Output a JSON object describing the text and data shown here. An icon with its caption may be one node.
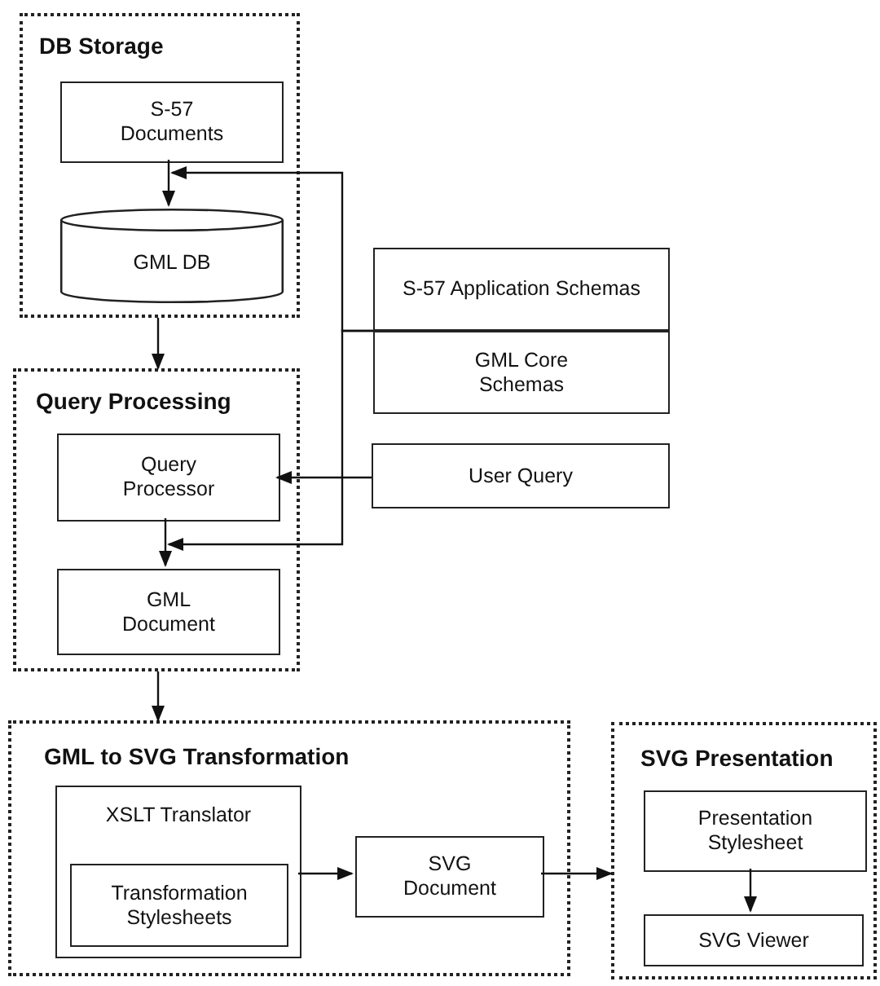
{
  "diagram": {
    "nodes": [
      {
        "text": [
          "DB Storage"
        ]
      },
      {
        "text": [
          "S-57 Documents"
        ],
        "in": 0
      },
      {
        "text": [
          "GML DB"
        ],
        "in": 0
      },
      {
        "text": [
          "S-57 Application Schemas"
        ]
      },
      {
        "text": [
          "GML Core Schemas"
        ]
      },
      {
        "text": [
          "Query Processing"
        ]
      },
      {
        "text": [
          "Query Processor"
        ],
        "in": 5
      },
      {
        "text": [
          "GML Document"
        ],
        "in": 5
      },
      {
        "text": [
          "User Query"
        ]
      },
      {
        "text": [
          "GML to SVG Transformation"
        ]
      },
      {
        "text": [
          "XSLT Translator"
        ],
        "in": 9
      },
      {
        "text": [
          "Transformation Stylesheets"
        ],
        "in": 10
      },
      {
        "text": [
          "SVG Document"
        ],
        "in": 9
      },
      {
        "text": [
          "SVG Presentation"
        ]
      },
      {
        "text": [
          "Presentation Stylesheet"
        ],
        "in": 13
      },
      {
        "text": [
          "SVG Viewer"
        ],
        "in": 13
      }
    ],
    "edges": [
      {
        "from": 1,
        "to": 2,
        "arrow": "to"
      },
      {
        "from": 3,
        "to": 2,
        "arrow": "to"
      },
      {
        "from": 0,
        "to": 5,
        "arrow": "to"
      },
      {
        "from": 8,
        "to": 6,
        "arrow": "to"
      },
      {
        "from": 6,
        "to": 7,
        "arrow": "to"
      },
      {
        "from": 3,
        "to": 7,
        "arrow": "to"
      },
      {
        "from": 5,
        "to": 9,
        "arrow": "to"
      },
      {
        "from": 10,
        "to": 12,
        "arrow": "to"
      },
      {
        "from": 12,
        "to": 13,
        "arrow": "to"
      },
      {
        "from": 14,
        "to": 15,
        "arrow": "to"
      }
    ]
  }
}
